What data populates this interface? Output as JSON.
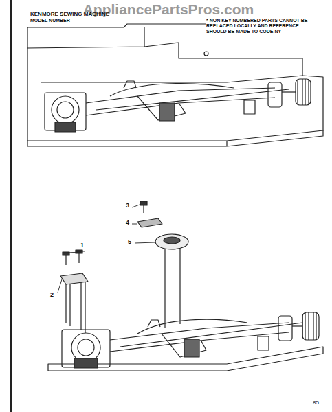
{
  "diagram": {
    "labels": [
      "AppliancePartsPros.com",
      "KENMORE SEWING MACHINE",
      "MODEL NUMBER",
      "* NON KEY NUMBERED PARTS CANNOT BE REPLACED LOCALLY AND REFERENCE SHOULD BE MADE TO CODE NY",
      "3",
      "4",
      "5",
      "1",
      "2",
      "85"
    ]
  }
}
